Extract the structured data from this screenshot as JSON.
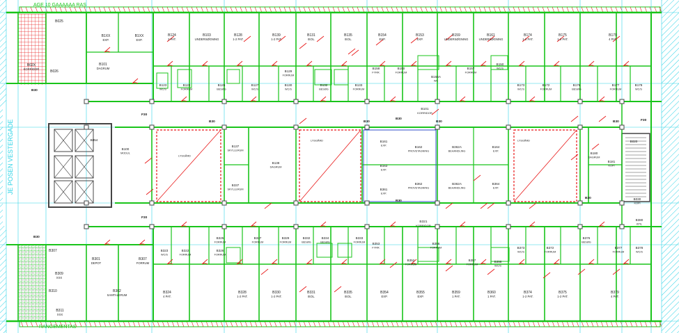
{
  "colors": {
    "wall": "#19c41a",
    "wall_dark": "#0f8f10",
    "grid": "#2fd3e6",
    "door": "#e81919",
    "text": "#1a1a1a",
    "hatch": "#2fd3e6",
    "dark": "#444444"
  },
  "side_label": "JE POSEN VESTERGADE",
  "top_strip_label": "AGE 10 GAAAAAA RAS",
  "bottom_strip_label": "RANGEMENTAS",
  "grid_labels": [
    "B30",
    "B30",
    "B30",
    "B30",
    "B30",
    "B30",
    "B30",
    "B30",
    "B30",
    "F30",
    "F30",
    "F30"
  ],
  "top_rooms": [
    {
      "num": "B025",
      "name": "",
      "interactable": false
    },
    {
      "num": "B02X",
      "name": "KORRIDOR"
    },
    {
      "num": "B026",
      "name": ""
    },
    {
      "num": "B1XX",
      "name": "EXP."
    },
    {
      "num": "B1XX",
      "name": "EXP."
    },
    {
      "num": "B101",
      "name": "DAGRUM"
    },
    {
      "num": "B124",
      "name": "2 PAT."
    },
    {
      "num": "B103",
      "name": "UNDERSØGNING"
    },
    {
      "num": "B128",
      "name": "1-2 PAT."
    },
    {
      "num": "B139",
      "name": "1-2 PAT."
    },
    {
      "num": "B131",
      "name": "ISOL."
    },
    {
      "num": "B135",
      "name": "ISOL."
    },
    {
      "num": "B154",
      "name": "EXP."
    },
    {
      "num": "B153",
      "name": "EXP."
    },
    {
      "num": "B159",
      "name": "UNDERSØGNING"
    },
    {
      "num": "B161",
      "name": "UNDERSØGNING"
    },
    {
      "num": "B174",
      "name": "1-2 PAT."
    },
    {
      "num": "B175",
      "name": "1-2 PAT."
    },
    {
      "num": "B179",
      "name": "4 PAT."
    }
  ],
  "top_small_rooms": [
    {
      "num": "B123",
      "name": "WC/S"
    },
    {
      "num": "B122",
      "name": "FORRUM"
    },
    {
      "num": "B126",
      "name": "BESØG"
    },
    {
      "num": "B127",
      "name": "WC/S"
    },
    {
      "num": "B129",
      "name": "FORRUM"
    },
    {
      "num": "B130",
      "name": "WC/S"
    },
    {
      "num": "B132",
      "name": "BESØG"
    },
    {
      "num": "B133",
      "name": "FORRUM"
    },
    {
      "num": "B158",
      "name": "FYRR."
    },
    {
      "num": "B150",
      "name": "FORRUM"
    },
    {
      "num": "B156A",
      "name": "WC"
    },
    {
      "num": "B157",
      "name": "FORRUM"
    },
    {
      "num": "B150",
      "name": "WC/S"
    },
    {
      "num": "B173",
      "name": "WC/S"
    },
    {
      "num": "B172",
      "name": "FORRUM"
    },
    {
      "num": "B176",
      "name": "BESØG"
    },
    {
      "num": "B177",
      "name": "FORRUM"
    },
    {
      "num": "B178",
      "name": "WC/S"
    }
  ],
  "corridor_top": {
    "num": "B101",
    "name": "KORRIDOR"
  },
  "corridor_bottom": {
    "num": "B321",
    "name": "KORRIDOR"
  },
  "core_rooms": [
    {
      "num": "B054",
      "name": ""
    },
    {
      "num": "B100",
      "name": "MODUL"
    },
    {
      "num": "",
      "name": "LYSGÅRD"
    },
    {
      "num": "B137",
      "name": "SKYLLERUM"
    },
    {
      "num": "B138",
      "name": "DAGRUM"
    },
    {
      "num": "B337",
      "name": "SKYLLERUM"
    },
    {
      "num": "",
      "name": "LYSGÅRD"
    },
    {
      "num": "B161",
      "name": "EXP."
    },
    {
      "num": "B162",
      "name": "PROVETAGNING"
    },
    {
      "num": "B362A",
      "name": "BEHANDLING"
    },
    {
      "num": "B164",
      "name": "EXP."
    },
    {
      "num": "B163",
      "name": "EXP."
    },
    {
      "num": "B361",
      "name": "EXP."
    },
    {
      "num": "B362",
      "name": "PROVETAGNING"
    },
    {
      "num": "B362A",
      "name": "BEHANDLING"
    },
    {
      "num": "B364",
      "name": "EXP."
    },
    {
      "num": "",
      "name": "LYSGÅRD"
    },
    {
      "num": "B180",
      "name": "DAGRUM"
    },
    {
      "num": "B181",
      "name": "KOPI"
    },
    {
      "num": "B020",
      "name": ""
    },
    {
      "num": "B030",
      "name": "KOPI"
    },
    {
      "num": "B380",
      "name": "KPIL"
    }
  ],
  "bottom_small_rooms": [
    {
      "num": "B323",
      "name": "WC/S"
    },
    {
      "num": "B322",
      "name": "FORRUM"
    },
    {
      "num": "B325",
      "name": "FORRUM"
    },
    {
      "num": "B326",
      "name": "FORRUM"
    },
    {
      "num": "B327",
      "name": "FORRUM"
    },
    {
      "num": "B329",
      "name": "FORRUM"
    },
    {
      "num": "B332",
      "name": "BESØG"
    },
    {
      "num": "B334",
      "name": "BESØG"
    },
    {
      "num": "B333",
      "name": "FORRUM"
    },
    {
      "num": "B353",
      "name": "FYRR."
    },
    {
      "num": "B352",
      "name": "FORRUM"
    },
    {
      "num": "B356",
      "name": "FORRUM"
    },
    {
      "num": "B357",
      "name": "FORRUM"
    },
    {
      "num": "B358",
      "name": "WC/S"
    },
    {
      "num": "B373",
      "name": "WC/S"
    },
    {
      "num": "B372",
      "name": "FORRUM"
    },
    {
      "num": "B376",
      "name": "BESØG"
    },
    {
      "num": "B377",
      "name": "FORRUM"
    },
    {
      "num": "B378",
      "name": "WC/S"
    }
  ],
  "bottom_rooms": [
    {
      "num": "B307",
      "name": ""
    },
    {
      "num": "B309",
      "name": "XXX"
    },
    {
      "num": "B310",
      "name": ""
    },
    {
      "num": "B311",
      "name": "XXX"
    },
    {
      "num": "B301",
      "name": "DEPOT"
    },
    {
      "num": "B307",
      "name": "FORRUM"
    },
    {
      "num": "B302",
      "name": "SAMTALERUM"
    },
    {
      "num": "B324",
      "name": "4 PAT."
    },
    {
      "num": "B328",
      "name": "1-2 PAT."
    },
    {
      "num": "B330",
      "name": "1-2 PAT."
    },
    {
      "num": "B331",
      "name": "ISOL."
    },
    {
      "num": "B335",
      "name": "ISOL."
    },
    {
      "num": "B354",
      "name": "EXP."
    },
    {
      "num": "B355",
      "name": "EXP."
    },
    {
      "num": "B359",
      "name": "1 PAT."
    },
    {
      "num": "B360",
      "name": "1 PAT."
    },
    {
      "num": "B374",
      "name": "1-2 PAT."
    },
    {
      "num": "B375",
      "name": "1-2 PAT."
    },
    {
      "num": "B379",
      "name": "4 PAT."
    }
  ]
}
